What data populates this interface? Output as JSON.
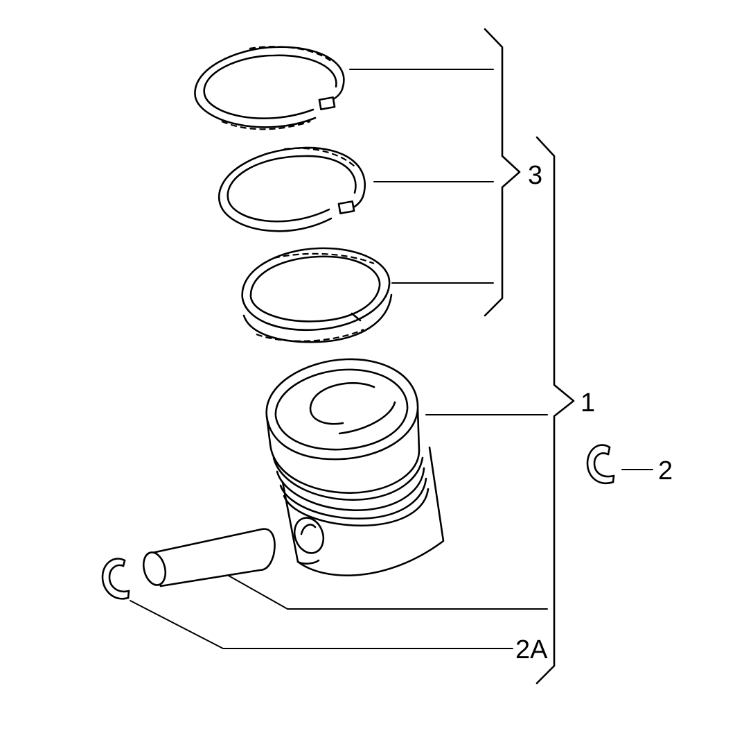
{
  "callouts": [
    {
      "id": "1",
      "text": "1"
    },
    {
      "id": "2",
      "text": "2"
    },
    {
      "id": "2A",
      "text": "2A"
    },
    {
      "id": "3",
      "text": "3"
    }
  ],
  "colors": {
    "line": "#000000",
    "background": "#ffffff"
  }
}
